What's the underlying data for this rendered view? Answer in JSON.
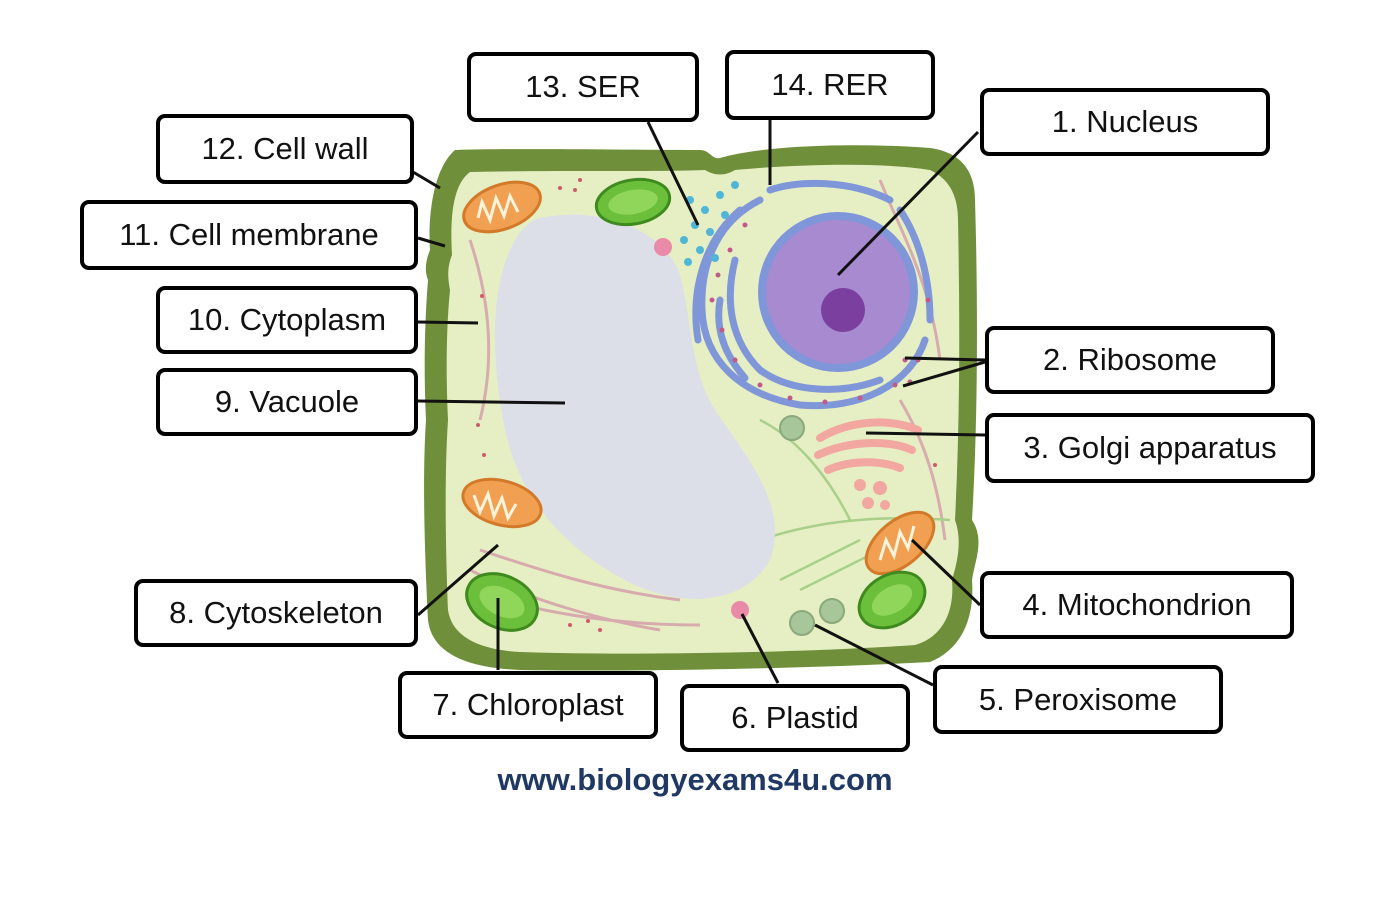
{
  "labels": {
    "nucleus": "1. Nucleus",
    "ribosome": "2. Ribosome",
    "golgi": "3. Golgi apparatus",
    "mitochondrion": "4. Mitochondrion",
    "peroxisome": "5. Peroxisome",
    "plastid": "6. Plastid",
    "chloroplast": "7. Chloroplast",
    "cytoskeleton": "8. Cytoskeleton",
    "vacuole": "9. Vacuole",
    "cytoplasm": "10. Cytoplasm",
    "cell_membrane": "11. Cell membrane",
    "cell_wall": "12. Cell wall",
    "ser": "13. SER",
    "rer": "14. RER"
  },
  "website": "www.biologyexams4u.com",
  "colors": {
    "cell_wall": "#6f8f3a",
    "cytoplasm": "#e6efc3",
    "vacuole": "#dcdfe8",
    "nucleus": "#a78ad0",
    "nucleolus": "#7a3f9f",
    "er": "#7f96d8",
    "golgi": "#f2a7a0",
    "mitochondrion": "#f0a050",
    "chloroplast": "#6cbf3a",
    "website": "#1f3864"
  }
}
